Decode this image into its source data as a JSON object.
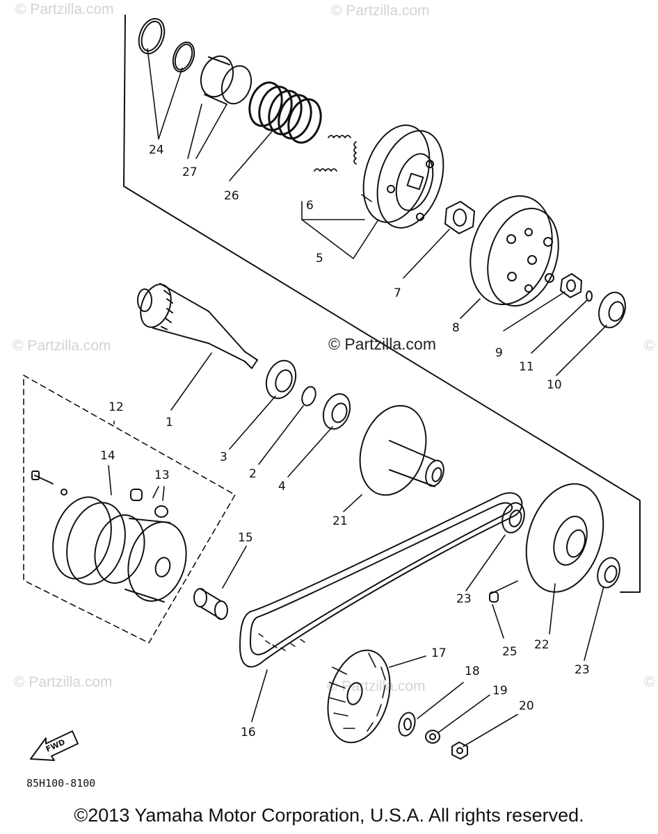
{
  "watermarks": {
    "site": "© Partzilla.com",
    "center": "© Partzilla.com"
  },
  "diagram_code": "85H100-8100",
  "copyright": "©2013 Yamaha Motor Corporation, U.S.A. All rights reserved.",
  "fwd_label": "FWD",
  "callouts": {
    "c1": "1",
    "c2": "2",
    "c3": "3",
    "c4": "4",
    "c5": "5",
    "c6": "6",
    "c7": "7",
    "c8": "8",
    "c9": "9",
    "c10": "10",
    "c11": "11",
    "c12": "12",
    "c13": "13",
    "c14": "14",
    "c15": "15",
    "c16": "16",
    "c17": "17",
    "c18": "18",
    "c19": "19",
    "c20": "20",
    "c21": "21",
    "c22": "22",
    "c23a": "23",
    "c23b": "23",
    "c24": "24",
    "c25": "25",
    "c26": "26",
    "c27": "27"
  }
}
